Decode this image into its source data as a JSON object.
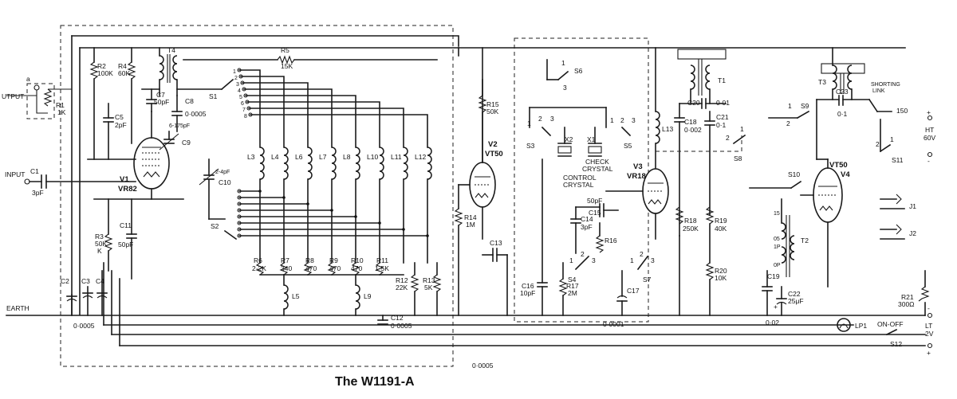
{
  "title": "The W1191-A",
  "terminals": {
    "output": "UTPUT",
    "input": "INPUT",
    "earth": "EARTH",
    "ht": "HT",
    "ht_volts": "60V",
    "lt": "LT",
    "lt_volts": "2V",
    "plus": "+",
    "minus": "-"
  },
  "valves": {
    "v1": {
      "ref": "V1",
      "type": "VR82"
    },
    "v2": {
      "ref": "V2",
      "type": "VT50"
    },
    "v3": {
      "ref": "V3",
      "type": "VR18"
    },
    "v4": {
      "ref": "V4",
      "type": "VT50"
    }
  },
  "resistors": {
    "r1": {
      "ref": "R1",
      "value": "1K"
    },
    "r2": {
      "ref": "R2",
      "value": "100K"
    },
    "r3": {
      "ref": "R3",
      "value": "50K"
    },
    "r3k": "K",
    "r4": {
      "ref": "R4",
      "value": "60K"
    },
    "r5": {
      "ref": "R5",
      "value": "15K"
    },
    "r6": {
      "ref": "R6",
      "value": "2·2K"
    },
    "r7": {
      "ref": "R7",
      "value": "340"
    },
    "r8": {
      "ref": "R8",
      "value": "470"
    },
    "r9": {
      "ref": "R9",
      "value": "470"
    },
    "r10": {
      "ref": "R10",
      "value": "470"
    },
    "r11": {
      "ref": "R11",
      "value": "1·5K"
    },
    "r12": {
      "ref": "R12",
      "value": "22K"
    },
    "r13": {
      "ref": "R13",
      "value": "5K"
    },
    "r14": {
      "ref": "R14",
      "value": "1M"
    },
    "r15": {
      "ref": "R15",
      "value": "50K"
    },
    "r16": {
      "ref": "R16"
    },
    "r17": {
      "ref": "R17",
      "value": "2M"
    },
    "r18": {
      "ref": "R18",
      "value": "250K"
    },
    "r19": {
      "ref": "R19",
      "value": "40K"
    },
    "r20": {
      "ref": "R20",
      "value": "10K"
    },
    "r21": {
      "ref": "R21",
      "value": "300Ω"
    }
  },
  "capacitors": {
    "c1": {
      "ref": "C1",
      "value": "3pF"
    },
    "c2": {
      "ref": "C2"
    },
    "c3": {
      "ref": "C3"
    },
    "c4": {
      "ref": "C4"
    },
    "c234_value": "0·0005",
    "c5": {
      "ref": "C5",
      "value": "2pF"
    },
    "c7": {
      "ref": "C7",
      "value": "50pF"
    },
    "c8": {
      "ref": "C8",
      "value": "0·0005"
    },
    "c9": {
      "ref": "C9",
      "value": "6-175pF"
    },
    "c10": {
      "ref": "C10",
      "value": "2-4pF"
    },
    "c11": {
      "ref": "C11",
      "value": "50pF"
    },
    "c12": {
      "ref": "C12",
      "value": "0·0005"
    },
    "c13": {
      "ref": "C13"
    },
    "c13_value": "0·0005",
    "c14": {
      "ref": "C14",
      "value": "3pF"
    },
    "c15": {
      "ref": "C15"
    },
    "c15_value": "50pF",
    "c16": {
      "ref": "C16",
      "value": "10pF"
    },
    "c17": {
      "ref": "C17"
    },
    "c17_value": "0·0001",
    "c18": {
      "ref": "C18",
      "value": "0·002"
    },
    "c19": {
      "ref": "C19"
    },
    "c19_value": "0·02",
    "c20": {
      "ref": "C20",
      "value": "0·01"
    },
    "c21": {
      "ref": "C21",
      "value": "0·1"
    },
    "c22": {
      "ref": "C22",
      "value": "25μF"
    },
    "c23": {
      "ref": "C23",
      "value": "0·1"
    }
  },
  "inductors": {
    "l3": "L3",
    "l4": "L4",
    "l5": "L5",
    "l6": "L6",
    "l7": "L7",
    "l8": "L8",
    "l9": "L9",
    "l10": "L10",
    "l11": "L11",
    "l12": "L12",
    "l13": "L13"
  },
  "transformers": {
    "t1": "T1",
    "t2": "T2",
    "t3": "T3",
    "t4": "T4"
  },
  "switches": {
    "s1": "S1",
    "s2": "S2",
    "s3": "S3",
    "s4": "S4",
    "s5": "S5",
    "s6": "S6",
    "s7": "S7",
    "s8": "S8",
    "s9": "S9",
    "s10": "S10",
    "s11": "S11",
    "s12": "S12",
    "on_off": "ON-OFF",
    "shorting_link_1": "SHORTING",
    "shorting_link_2": "LINK",
    "s11_150": "150"
  },
  "crystals": {
    "x1": "X1",
    "x2": "X2",
    "check_1": "CHECK",
    "check_2": "CRYSTAL",
    "control_1": "CONTROL",
    "control_2": "CRYSTAL"
  },
  "jacks": {
    "j1": "J1",
    "j2": "J2"
  },
  "lamp": "LP1",
  "t2_taps": {
    "tap_15": "15",
    "tap_05": "05",
    "tap_1p": "1P",
    "tap_0p": "0P"
  },
  "pins": {
    "p1": "1",
    "p2": "2",
    "p3": "3",
    "p4": "4",
    "p5": "5",
    "p6": "6",
    "p7": "7",
    "p8": "8"
  },
  "misc": {
    "output_mark": "a"
  }
}
